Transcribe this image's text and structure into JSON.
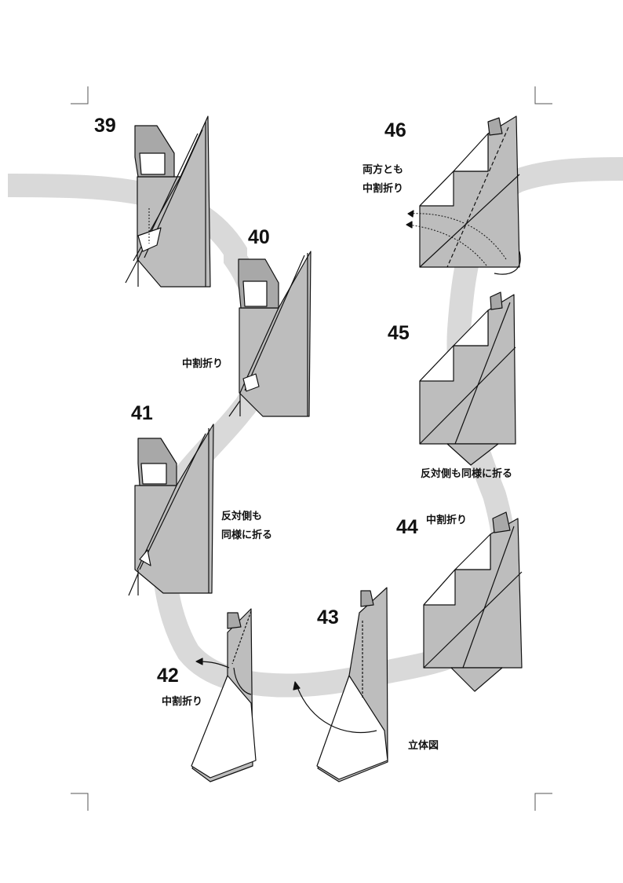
{
  "steps": [
    {
      "number": "39"
    },
    {
      "number": "40",
      "instruction": "中割折り"
    },
    {
      "number": "41",
      "instruction_line1": "反対側も",
      "instruction_line2": "同様に折る"
    },
    {
      "number": "42",
      "instruction": "中割折り"
    },
    {
      "number": "43",
      "note": "立体図"
    },
    {
      "number": "44",
      "instruction": "中割折り"
    },
    {
      "number": "45",
      "instruction": "反対側も同様に折る"
    },
    {
      "number": "46",
      "instruction_line1": "両方とも",
      "instruction_line2": "中割折り"
    }
  ],
  "colors": {
    "paper_grey": "#bdbdbd",
    "paper_dark": "#a8a8a8",
    "paper_white": "#ffffff",
    "guide_band": "#d9d9d9",
    "line": "#111111"
  }
}
